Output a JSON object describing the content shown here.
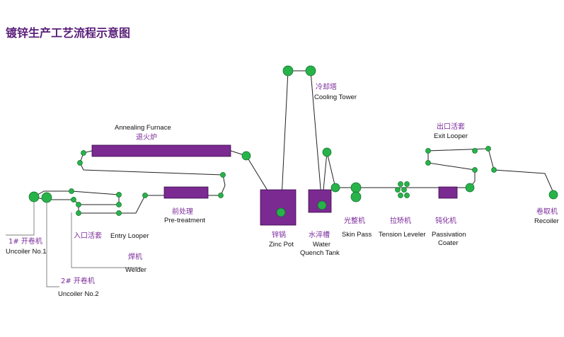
{
  "title": "镀锌生产工艺流程示意图",
  "colors": {
    "equipment": "#7a2a90",
    "roller": "#27b34a",
    "title": "#5a1f7a",
    "label_zh": "#7a2a9a",
    "line": "#222222"
  },
  "stations": {
    "uncoiler1": {
      "zh": "1# 开卷机",
      "en": "Uncoiler No.1"
    },
    "uncoiler2": {
      "zh": "2# 开卷机",
      "en": "Uncoiler No.2"
    },
    "entry_looper": {
      "zh": "入口活套",
      "en": "Entry  Looper"
    },
    "welder": {
      "zh": "焊机",
      "en": "Welder"
    },
    "pretreatment": {
      "zh": "前处理",
      "en": "Pre-treatment"
    },
    "furnace": {
      "zh": "退火炉",
      "en": "Annealing Furnace"
    },
    "zinc_pot": {
      "zh": "锌锅",
      "en": "Zinc Pot"
    },
    "cooling_tower": {
      "zh": "冷却塔",
      "en": "Cooling Tower"
    },
    "quench_tank": {
      "zh": "水淬槽",
      "en_1": "Water",
      "en_2": "Quench Tank"
    },
    "skin_pass": {
      "zh": "光整机",
      "en": "Skin Pass"
    },
    "tension_leveler": {
      "zh": "拉矫机",
      "en": "Tension Leveler"
    },
    "passivation": {
      "zh": "钝化机",
      "en_1": "Passivation",
      "en_2": "Coater"
    },
    "exit_looper": {
      "zh": "出口活套",
      "en": "Exit Looper"
    },
    "recoiler": {
      "zh": "卷取机",
      "en": "Recoiler"
    }
  }
}
